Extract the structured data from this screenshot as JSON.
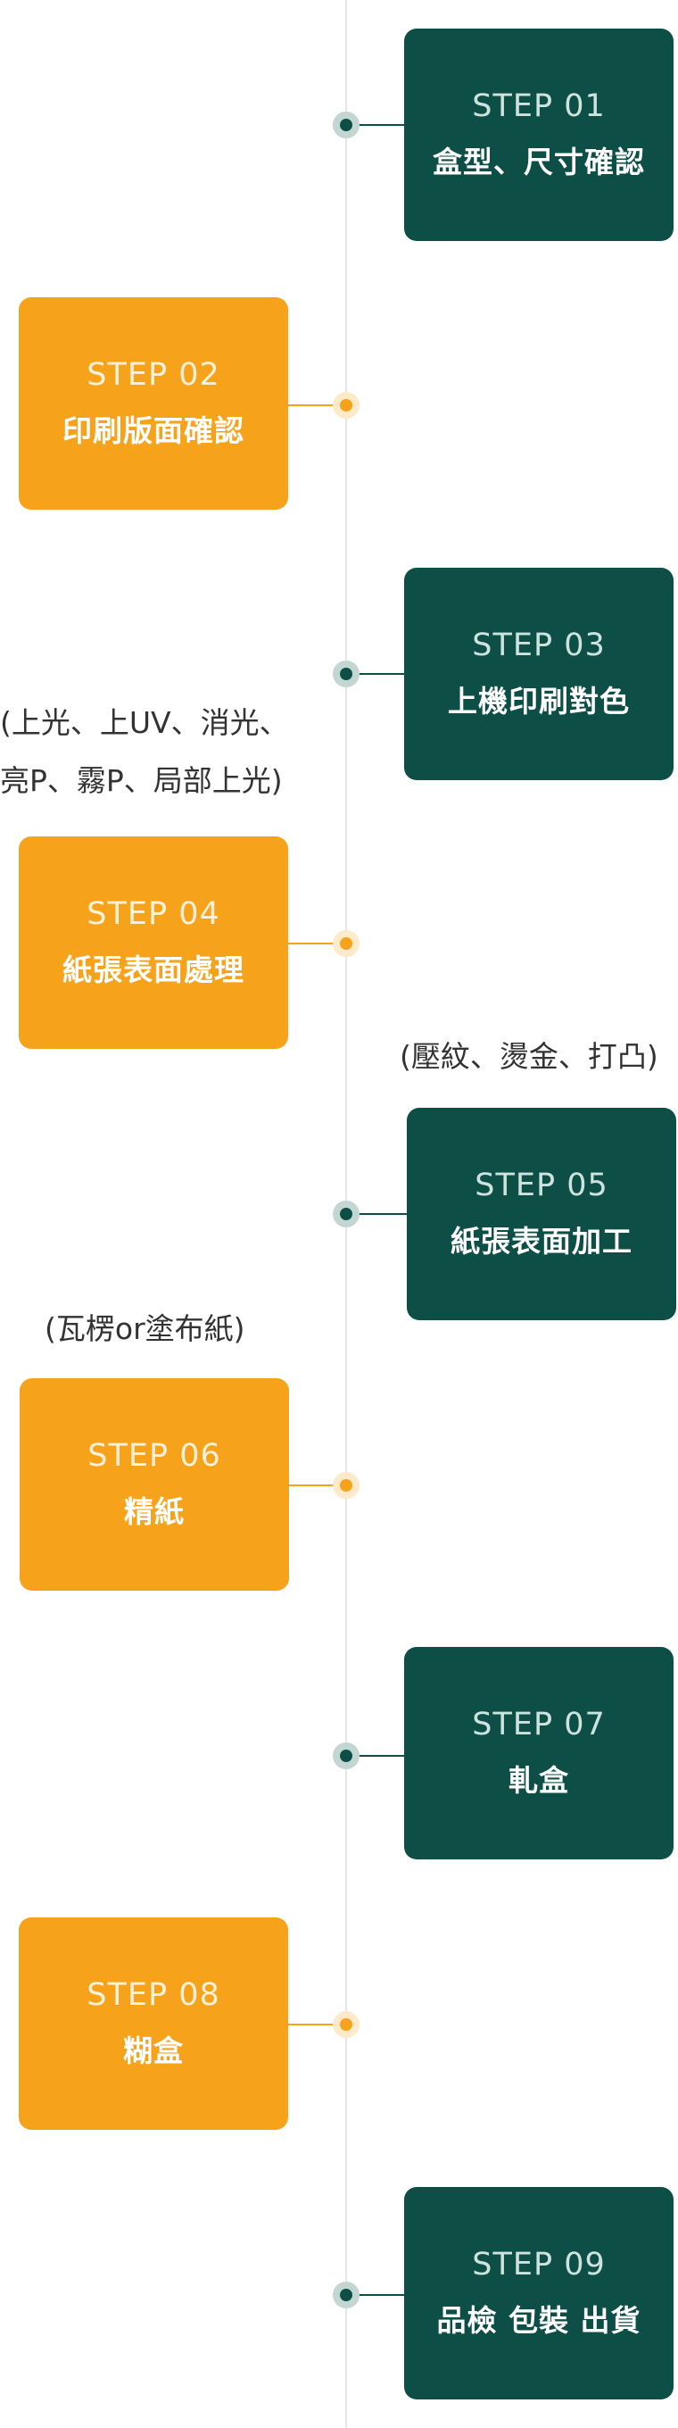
{
  "steps": [
    {
      "step": "STEP 01",
      "name": "盒型、尺寸確認"
    },
    {
      "step": "STEP 02",
      "name": "印刷版面確認"
    },
    {
      "step": "STEP 03",
      "name": "上機印刷對色"
    },
    {
      "step": "STEP 04",
      "name": "紙張表面處理"
    },
    {
      "step": "STEP 05",
      "name": "紙張表面加工"
    },
    {
      "step": "STEP 06",
      "name": "精紙"
    },
    {
      "step": "STEP 07",
      "name": "軋盒"
    },
    {
      "step": "STEP 08",
      "name": "糊盒"
    },
    {
      "step": "STEP 09",
      "name": "品檢 包裝 出貨"
    }
  ],
  "notes": {
    "coating_line1": "(上光、上UV、消光、",
    "coating_line2": "亮P、霧P、局部上光)",
    "finishing": "(壓紋、燙金、打凸)",
    "paper": "(瓦楞or塗布紙)"
  },
  "colors": {
    "green": "#0d4f46",
    "orange": "#f7a21b",
    "line": "#e6e6e6"
  }
}
